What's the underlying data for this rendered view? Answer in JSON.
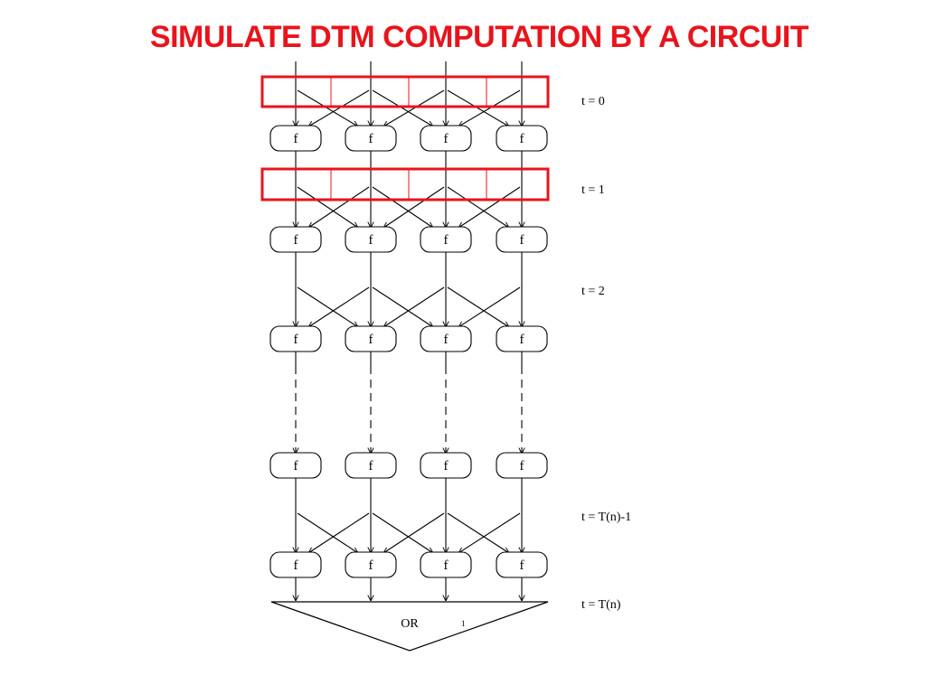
{
  "slide": {
    "title": "SIMULATE DTM COMPUTATION BY A CIRCUIT",
    "title_color": "#e8141c"
  },
  "diagram": {
    "node_label": "f",
    "columns": 4,
    "time_labels": [
      "t = 0",
      "t = 1",
      "t = 2",
      "t = T(n)-1",
      "t = T(n)"
    ],
    "or_label": "OR",
    "or_output_mark": "1",
    "highlight_color": "#e8141c"
  }
}
